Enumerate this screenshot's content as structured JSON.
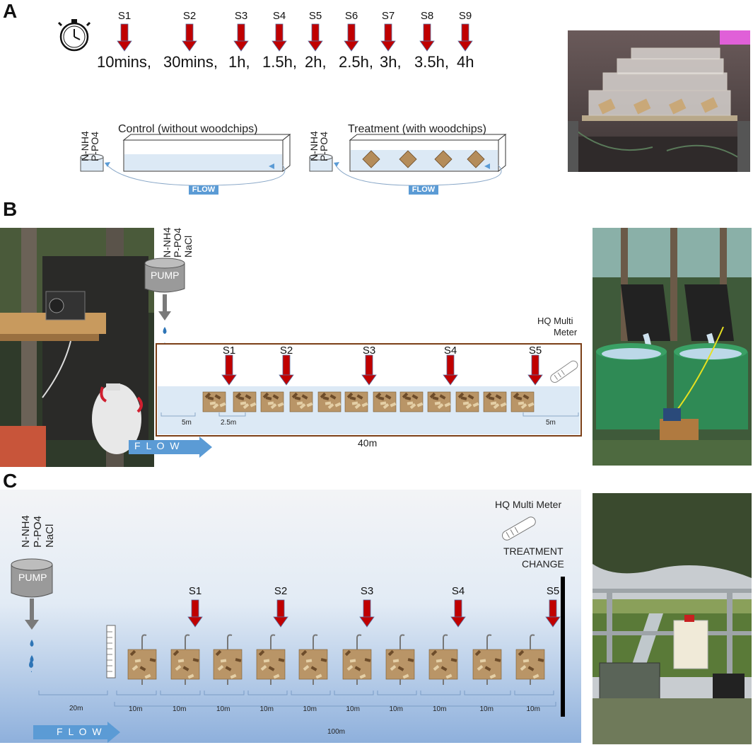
{
  "panels": {
    "a": "A",
    "b": "B",
    "c": "C"
  },
  "panel_a": {
    "sampling_points": [
      "S1",
      "S2",
      "S3",
      "S4",
      "S5",
      "S6",
      "S7",
      "S8",
      "S9"
    ],
    "times": [
      "10mins,",
      "30mins,",
      "1h,",
      "1.5h,",
      "2h,",
      "2.5h,",
      "3h,",
      "3.5h,",
      "4h"
    ],
    "nutrients": [
      "N-NH4",
      "P-PO4"
    ],
    "control_label": "Control (without woodchips)",
    "treatment_label": "Treatment (with woodchips)",
    "flow_label": "FLOW"
  },
  "panel_b": {
    "chemicals": [
      "N-NH4",
      "P-PO4",
      "NaCl"
    ],
    "pump_label": "PUMP",
    "meter_label_line1": "HQ Multi",
    "meter_label_line2": "Meter",
    "sampling_points": [
      "S1",
      "S2",
      "S3",
      "S4",
      "S5"
    ],
    "dist_start": "5m",
    "dist_spacing": "2.5m",
    "dist_end": "5m",
    "total_length": "40m",
    "flow_label": "F L O W"
  },
  "panel_c": {
    "chemicals": [
      "N-NH4",
      "P-PO4",
      "NaCl"
    ],
    "pump_label": "PUMP",
    "meter_label": "HQ Multi Meter",
    "treatment_change_line1": "TREATMENT",
    "treatment_change_line2": "CHANGE",
    "sampling_points": [
      "S1",
      "S2",
      "S3",
      "S4",
      "S5"
    ],
    "dist_first": "20m",
    "dist_segments": [
      "10m",
      "10m",
      "10m",
      "10m",
      "10m",
      "10m",
      "10m",
      "10m",
      "10m",
      "10m"
    ],
    "total_length": "100m",
    "flow_label": "F L O W"
  },
  "colors": {
    "arrow_red": "#c00000",
    "flow_blue": "#5b9bd5",
    "water": "#dce9f5",
    "drop_blue": "#2e75b6",
    "pump_gray": "#9a9a9a",
    "channel_brown": "#7b3f17"
  }
}
